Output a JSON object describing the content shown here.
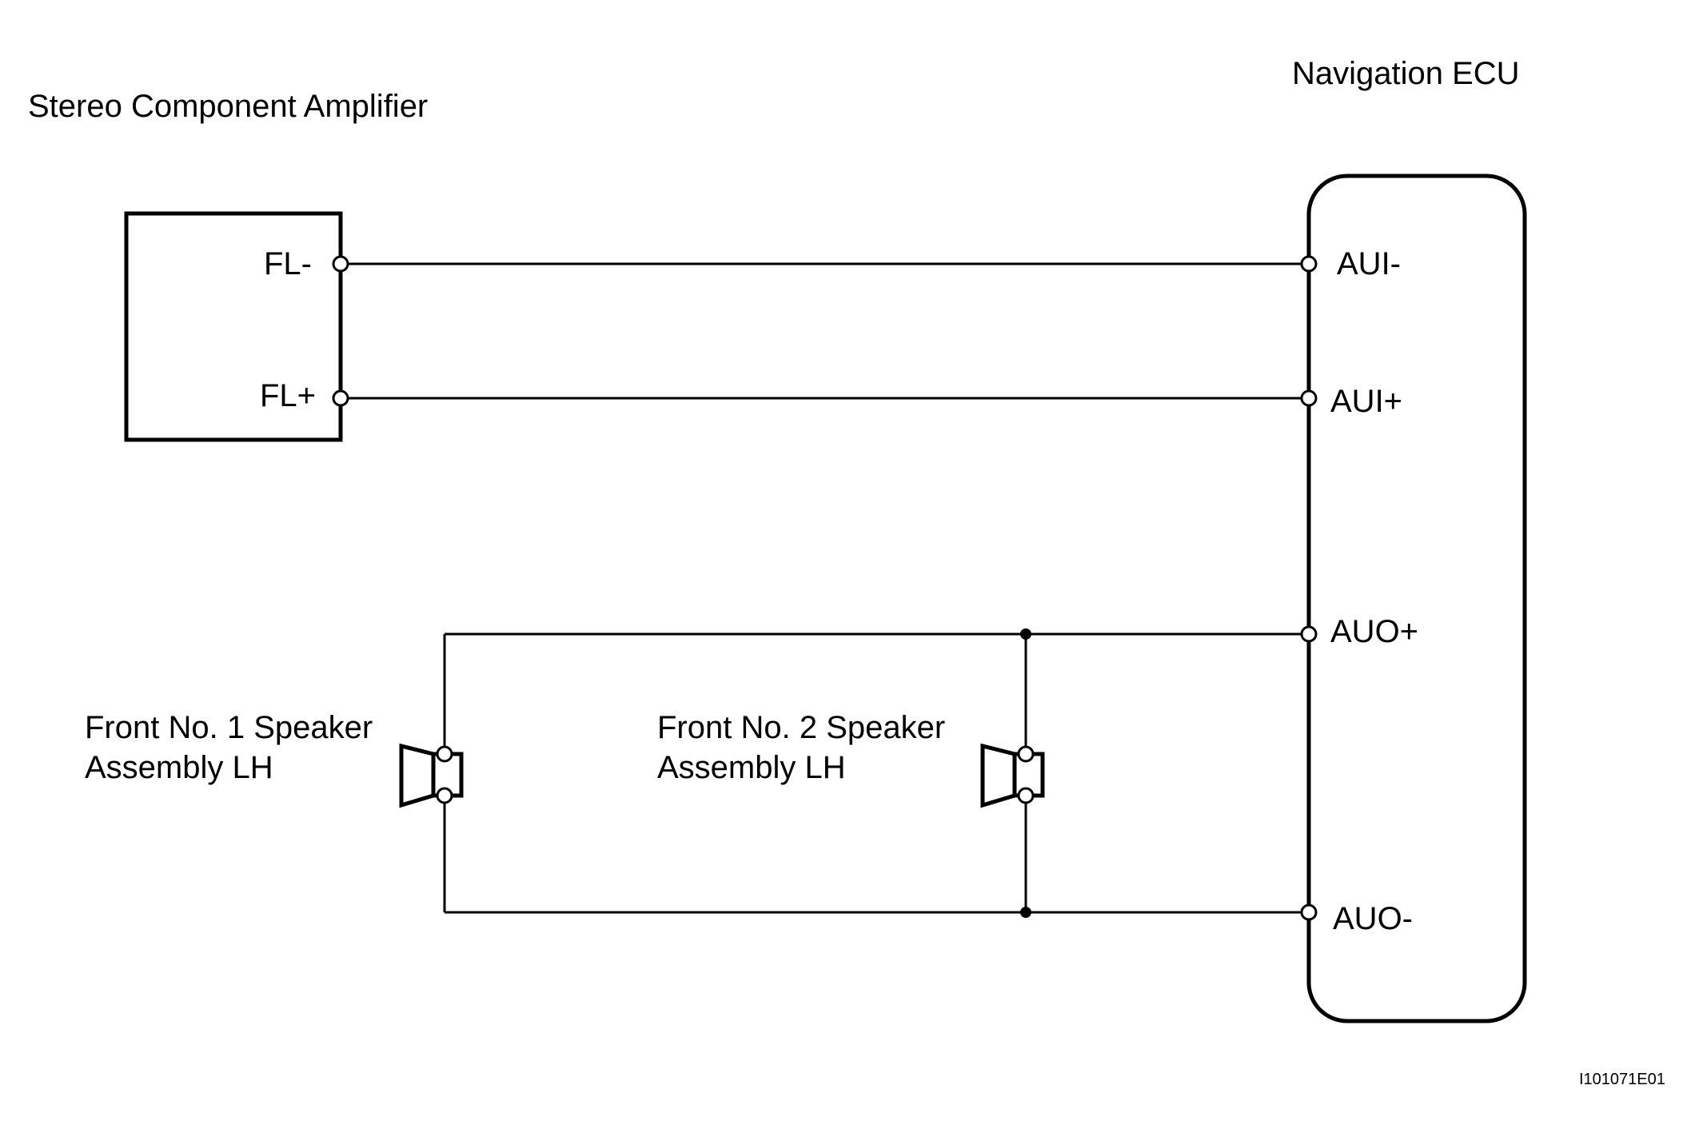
{
  "components": {
    "amplifier": {
      "name": "Stereo Component Amplifier",
      "terminals": [
        "FL-",
        "FL+"
      ]
    },
    "navigation_ecu": {
      "name": "Navigation ECU",
      "terminals": [
        "AUI-",
        "AUI+",
        "AUO+",
        "AUO-"
      ]
    },
    "speaker_1": {
      "name_line1": "Front No. 1 Speaker",
      "name_line2": "Assembly LH"
    },
    "speaker_2": {
      "name_line1": "Front No. 2 Speaker",
      "name_line2": "Assembly LH"
    }
  },
  "connections": [
    {
      "from": "FL-",
      "to": "AUI-"
    },
    {
      "from": "FL+",
      "to": "AUI+"
    },
    {
      "from": "AUO+",
      "to": "Front No. 1 Speaker Assembly LH, Front No. 2 Speaker Assembly LH"
    },
    {
      "from": "AUO-",
      "to": "Front No. 1 Speaker Assembly LH, Front No. 2 Speaker Assembly LH"
    }
  ],
  "figure_id": "I101071E01"
}
